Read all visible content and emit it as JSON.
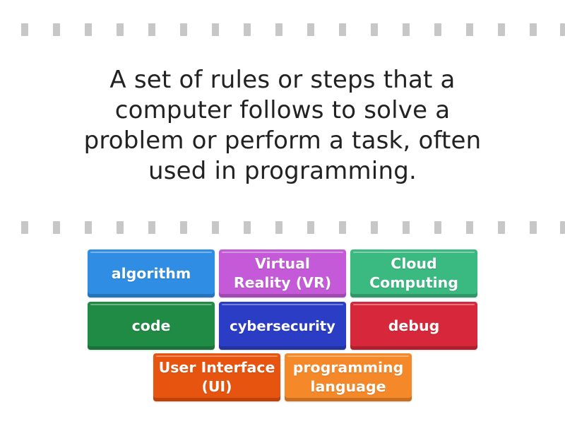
{
  "question": {
    "text": "A set of rules or steps that a computer follows to solve a problem or perform a task, often used in programming."
  },
  "tiles": [
    {
      "label": "algorithm",
      "color": "#2f8de4"
    },
    {
      "label": "Virtual Reality (VR)",
      "color": "#c45ad8"
    },
    {
      "label": "Cloud Computing",
      "color": "#3ab981"
    },
    {
      "label": "code",
      "color": "#1f8b45"
    },
    {
      "label": "cybersecurity",
      "color": "#2a3dc4"
    },
    {
      "label": "debug",
      "color": "#d6283a"
    },
    {
      "label": "User Interface (UI)",
      "color": "#e6540f"
    },
    {
      "label": "programming language",
      "color": "#f5892a"
    }
  ],
  "colors": {
    "background": "#ffffff",
    "divider": "#c7c7c7",
    "question_text": "#222222"
  }
}
